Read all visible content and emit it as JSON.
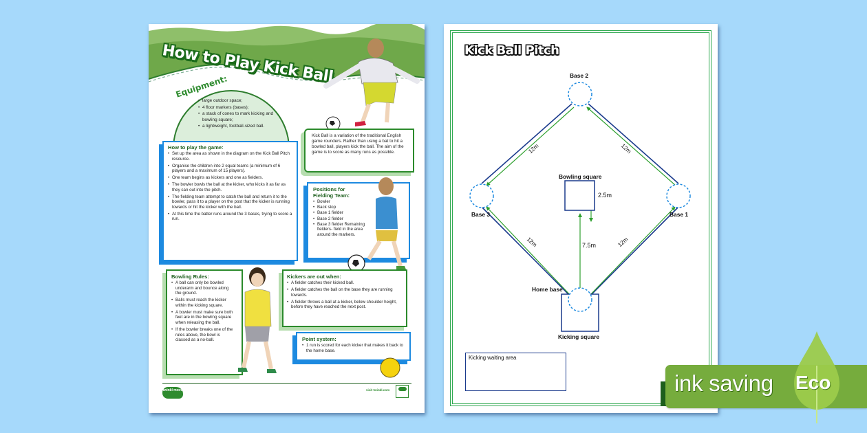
{
  "left_sheet": {
    "title": "How to Play Kick Ball",
    "equipment": {
      "title": "Equipment:",
      "items": [
        "large outdoor space;",
        "4 floor markers (bases);",
        "a stack of cones to mark kicking and bowling square;",
        "a lightweight, football-sized ball."
      ]
    },
    "intro": "Kick Ball is a variation of the traditional English game rounders. Rather than using a bat to hit a bowled ball, players kick the ball. The aim of the game is to score as many runs as possible.",
    "how_to_play": {
      "title": "How to play the game:",
      "items": [
        "Set up the area as shown in the diagram on the Kick Ball Pitch resource.",
        "Organise the children into 2 equal teams (a minimum of 6 players and a maximum of 15 players).",
        "One team begins as kickers and one as fielders.",
        "The bowler bowls the ball at the kicker, who kicks it as far as they can out into the pitch.",
        "The fielding team attempt to catch the ball and return it to the bowler, pass it to a player on the post that the kicker is running towards or hit the kicker with the ball.",
        "At this time the batter runs around the 3 bases, trying to score a run."
      ]
    },
    "positions": {
      "title": "Positions for Fielding Team:",
      "items": [
        "Bowler",
        "Back stop",
        "Base 1 fielder",
        "Base 2 fielder",
        "Base 3 fielder Remaining fielders- field in the area around the markers."
      ]
    },
    "bowling_rules": {
      "title": "Bowling Rules:",
      "items": [
        "A ball can only be bowled underarm and bounce along the ground.",
        "Balls must reach the kicker within the kicking square.",
        "A bowler must make sure both feet are in the bowling square when releasing the ball.",
        "If the bowler breaks one of the rules above, the bowl is classed as a no-ball."
      ]
    },
    "kickers_out": {
      "title": "Kickers are out when:",
      "items": [
        "A fielder catches their kicked ball.",
        "A fielder catches the ball on the base they are running towards.",
        "A fielder throws a ball at a kicker, below shoulder height, before they have reached the next post."
      ]
    },
    "point_system": {
      "title": "Point system:",
      "items": [
        "1 run is scored for each kicker that makes it back to the home base."
      ]
    },
    "footer": {
      "logo_text": "twinkl move",
      "visit": "visit twinkl.com"
    }
  },
  "right_sheet": {
    "title": "Kick Ball Pitch",
    "labels": {
      "base2": "Base 2",
      "base3": "Base 3",
      "base1": "Base 1",
      "home": "Home base",
      "bowling_square": "Bowling square",
      "kicking_square": "Kicking square",
      "waiting_area": "Kicking waiting area"
    },
    "measurements": {
      "top_left": "12m",
      "top_right": "12m",
      "bottom_left": "12m",
      "bottom_right": "12m",
      "bowling_size": "2.5m",
      "bowling_distance": "7.5m"
    }
  },
  "eco_badge": {
    "text": "ink saving",
    "label": "Eco"
  },
  "colors": {
    "background": "#a6d9fb",
    "green_dark": "#1d5f1d",
    "blue_accent": "#1d8ae0",
    "eco_green": "#76ac3d",
    "pitch_line": "#1a3a8c",
    "arrow_green": "#2ea02e"
  }
}
